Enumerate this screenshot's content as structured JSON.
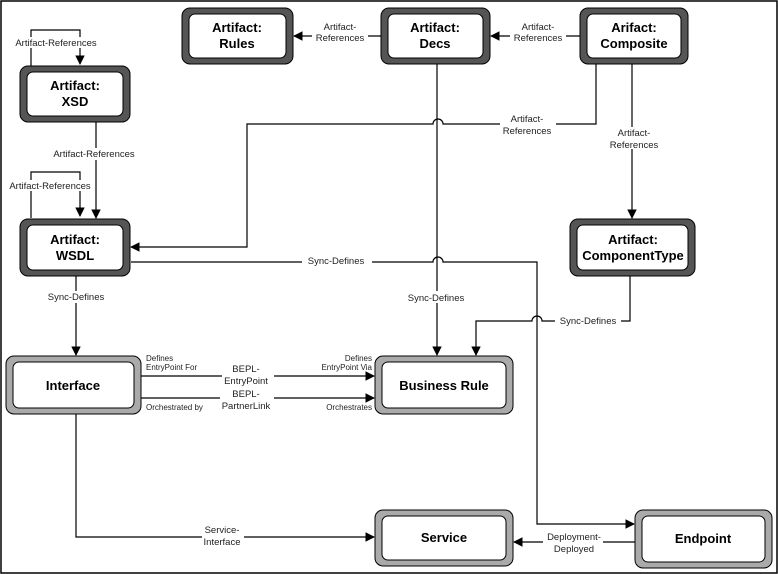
{
  "nodes": {
    "artifact_rules": [
      "Artifact:",
      "Rules"
    ],
    "artifact_decs": [
      "Artifact:",
      "Decs"
    ],
    "arifact_composite": [
      "Arifact:",
      "Composite"
    ],
    "artifact_xsd": [
      "Artifact:",
      "XSD"
    ],
    "artifact_wsdl": [
      "Artifact:",
      "WSDL"
    ],
    "artifact_componenttype": [
      "Artifact:",
      "ComponentType"
    ],
    "interface": [
      "Interface"
    ],
    "business_rule": [
      "Business Rule"
    ],
    "service": [
      "Service"
    ],
    "endpoint": [
      "Endpoint"
    ]
  },
  "edges": {
    "decs_rules": [
      "Artifact-",
      "References"
    ],
    "composite_decs": [
      "Artifact-",
      "References"
    ],
    "xsd_self": [
      "Artifact-References"
    ],
    "xsd_wsdl": [
      "Artifact-References"
    ],
    "wsdl_self": [
      "Artifact-References"
    ],
    "composite_wsdl": [
      "Artifact-",
      "References"
    ],
    "composite_componenttype": [
      "Artifact-",
      "References"
    ],
    "wsdl_interface": [
      "Sync-Defines"
    ],
    "wsdl_endpoint": [
      "Sync-Defines"
    ],
    "decs_businessrule": [
      "Sync-Defines"
    ],
    "componenttype_businessrule": [
      "Sync-Defines"
    ],
    "entrypoint": [
      "BEPL-",
      "EntryPoint"
    ],
    "partnerlink": [
      "BEPL-",
      "PartnerLink"
    ],
    "defines_entrypoint_for": [
      "Defines",
      "EntryPoint For"
    ],
    "defines_entrypoint_via": [
      "Defines",
      "EntryPoint Via"
    ],
    "orchestrated_by": [
      "Orchestrated by"
    ],
    "orchestrates": [
      "Orchestrates"
    ],
    "service_interface": [
      "Service-",
      "Interface"
    ],
    "deployment_deployed": [
      "Deployment-",
      "Deployed"
    ]
  },
  "colors": {
    "artifact_frame": "#555555",
    "entity_frame": "#aaaaaa",
    "inner_fill": "#ffffff",
    "border": "#000000"
  }
}
